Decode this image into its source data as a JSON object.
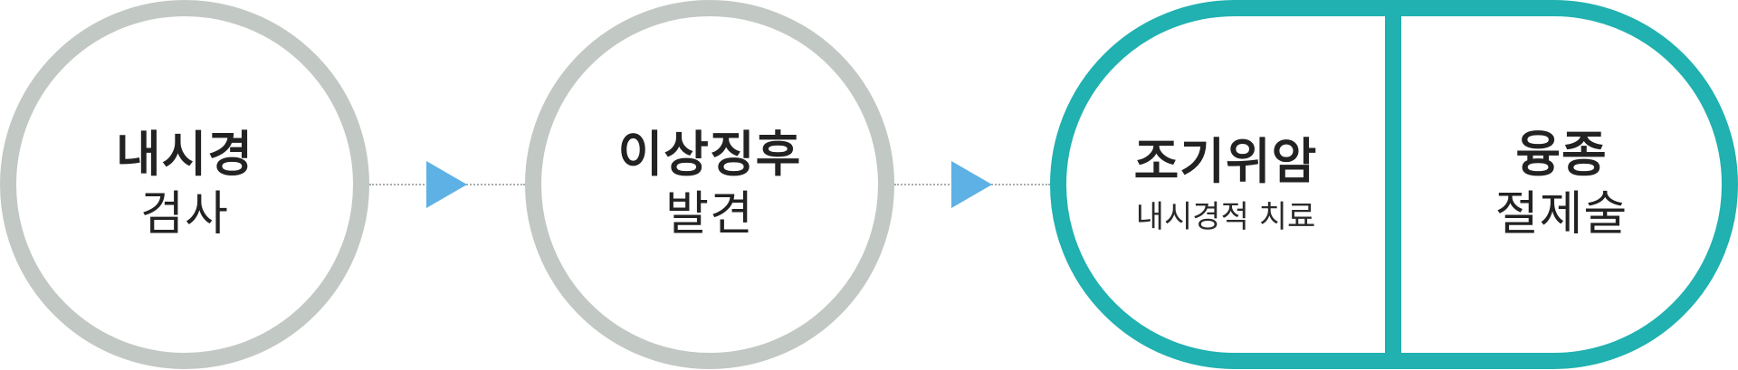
{
  "steps": [
    {
      "line1": "내시경",
      "line2": "검사"
    },
    {
      "line1": "이상징후",
      "line2": "발견"
    }
  ],
  "capsule": {
    "left": {
      "title": "조기위암",
      "subtitle": "내시경적 치료"
    },
    "right": {
      "line1": "융종",
      "line2": "절제술"
    }
  },
  "colors": {
    "circle_border": "#c2c8c4",
    "capsule_border": "#20b1b0",
    "arrow": "#5eb1e4",
    "connector": "#a9adab",
    "text": "#222222"
  },
  "icons": [
    "arrow-right-icon",
    "arrow-right-icon"
  ]
}
